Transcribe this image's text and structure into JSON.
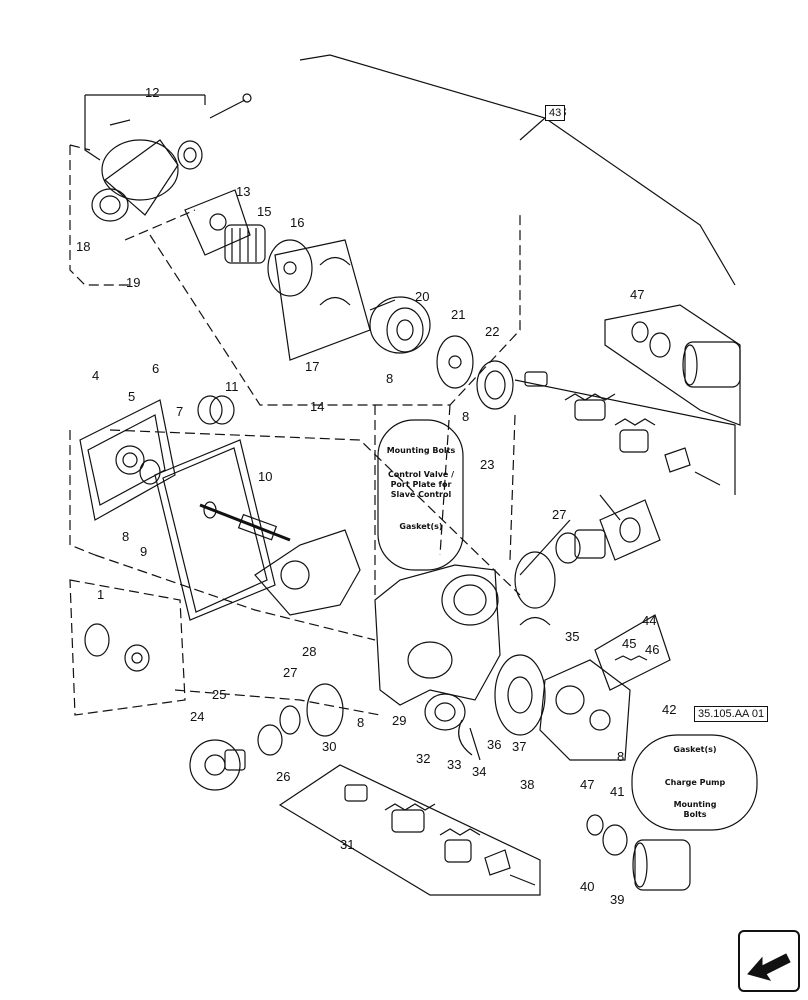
{
  "callouts": [
    "1",
    "4",
    "5",
    "6",
    "7",
    "8",
    "8",
    "8",
    "8",
    "8",
    "9",
    "10",
    "11",
    "12",
    "13",
    "14",
    "15",
    "16",
    "17",
    "18",
    "19",
    "20",
    "21",
    "22",
    "23",
    "24",
    "25",
    "26",
    "27",
    "27",
    "28",
    "29",
    "30",
    "31",
    "32",
    "33",
    "34",
    "35",
    "36",
    "37",
    "38",
    "39",
    "40",
    "41",
    "42",
    "43",
    "44",
    "45",
    "46",
    "47",
    "47"
  ],
  "ref_box_43": "43",
  "ref_box_35": "35.105.AA 01",
  "note_23": {
    "line1": "Mounting Bolts",
    "line2": "Control Valve /",
    "line3": "Port Plate for",
    "line4": "Slave Control",
    "line5": "Gasket(s)"
  },
  "note_35": {
    "line1": "Gasket(s)",
    "line2": "Charge Pump",
    "line3": "Mounting",
    "line4": "Bolts"
  },
  "nav_icon": "previous-page-arrow-icon"
}
